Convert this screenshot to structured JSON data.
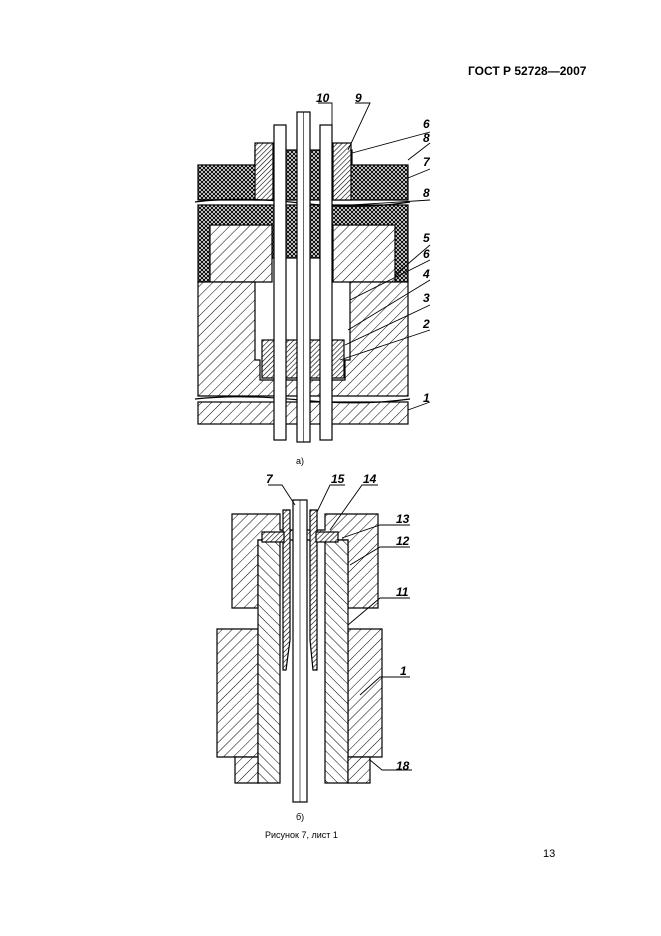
{
  "header": {
    "standard": "ГОСТ Р 52728—2007"
  },
  "figure_a": {
    "caption": "а)",
    "callouts": [
      "10",
      "9",
      "6",
      "8",
      "7",
      "8",
      "5",
      "6",
      "4",
      "3",
      "2",
      "1"
    ]
  },
  "figure_b": {
    "caption": "б)",
    "callouts": [
      "7",
      "15",
      "14",
      "13",
      "12",
      "11",
      "1",
      "18"
    ]
  },
  "figure_title": "Рисунок 7, лист 1",
  "page_number": "13"
}
